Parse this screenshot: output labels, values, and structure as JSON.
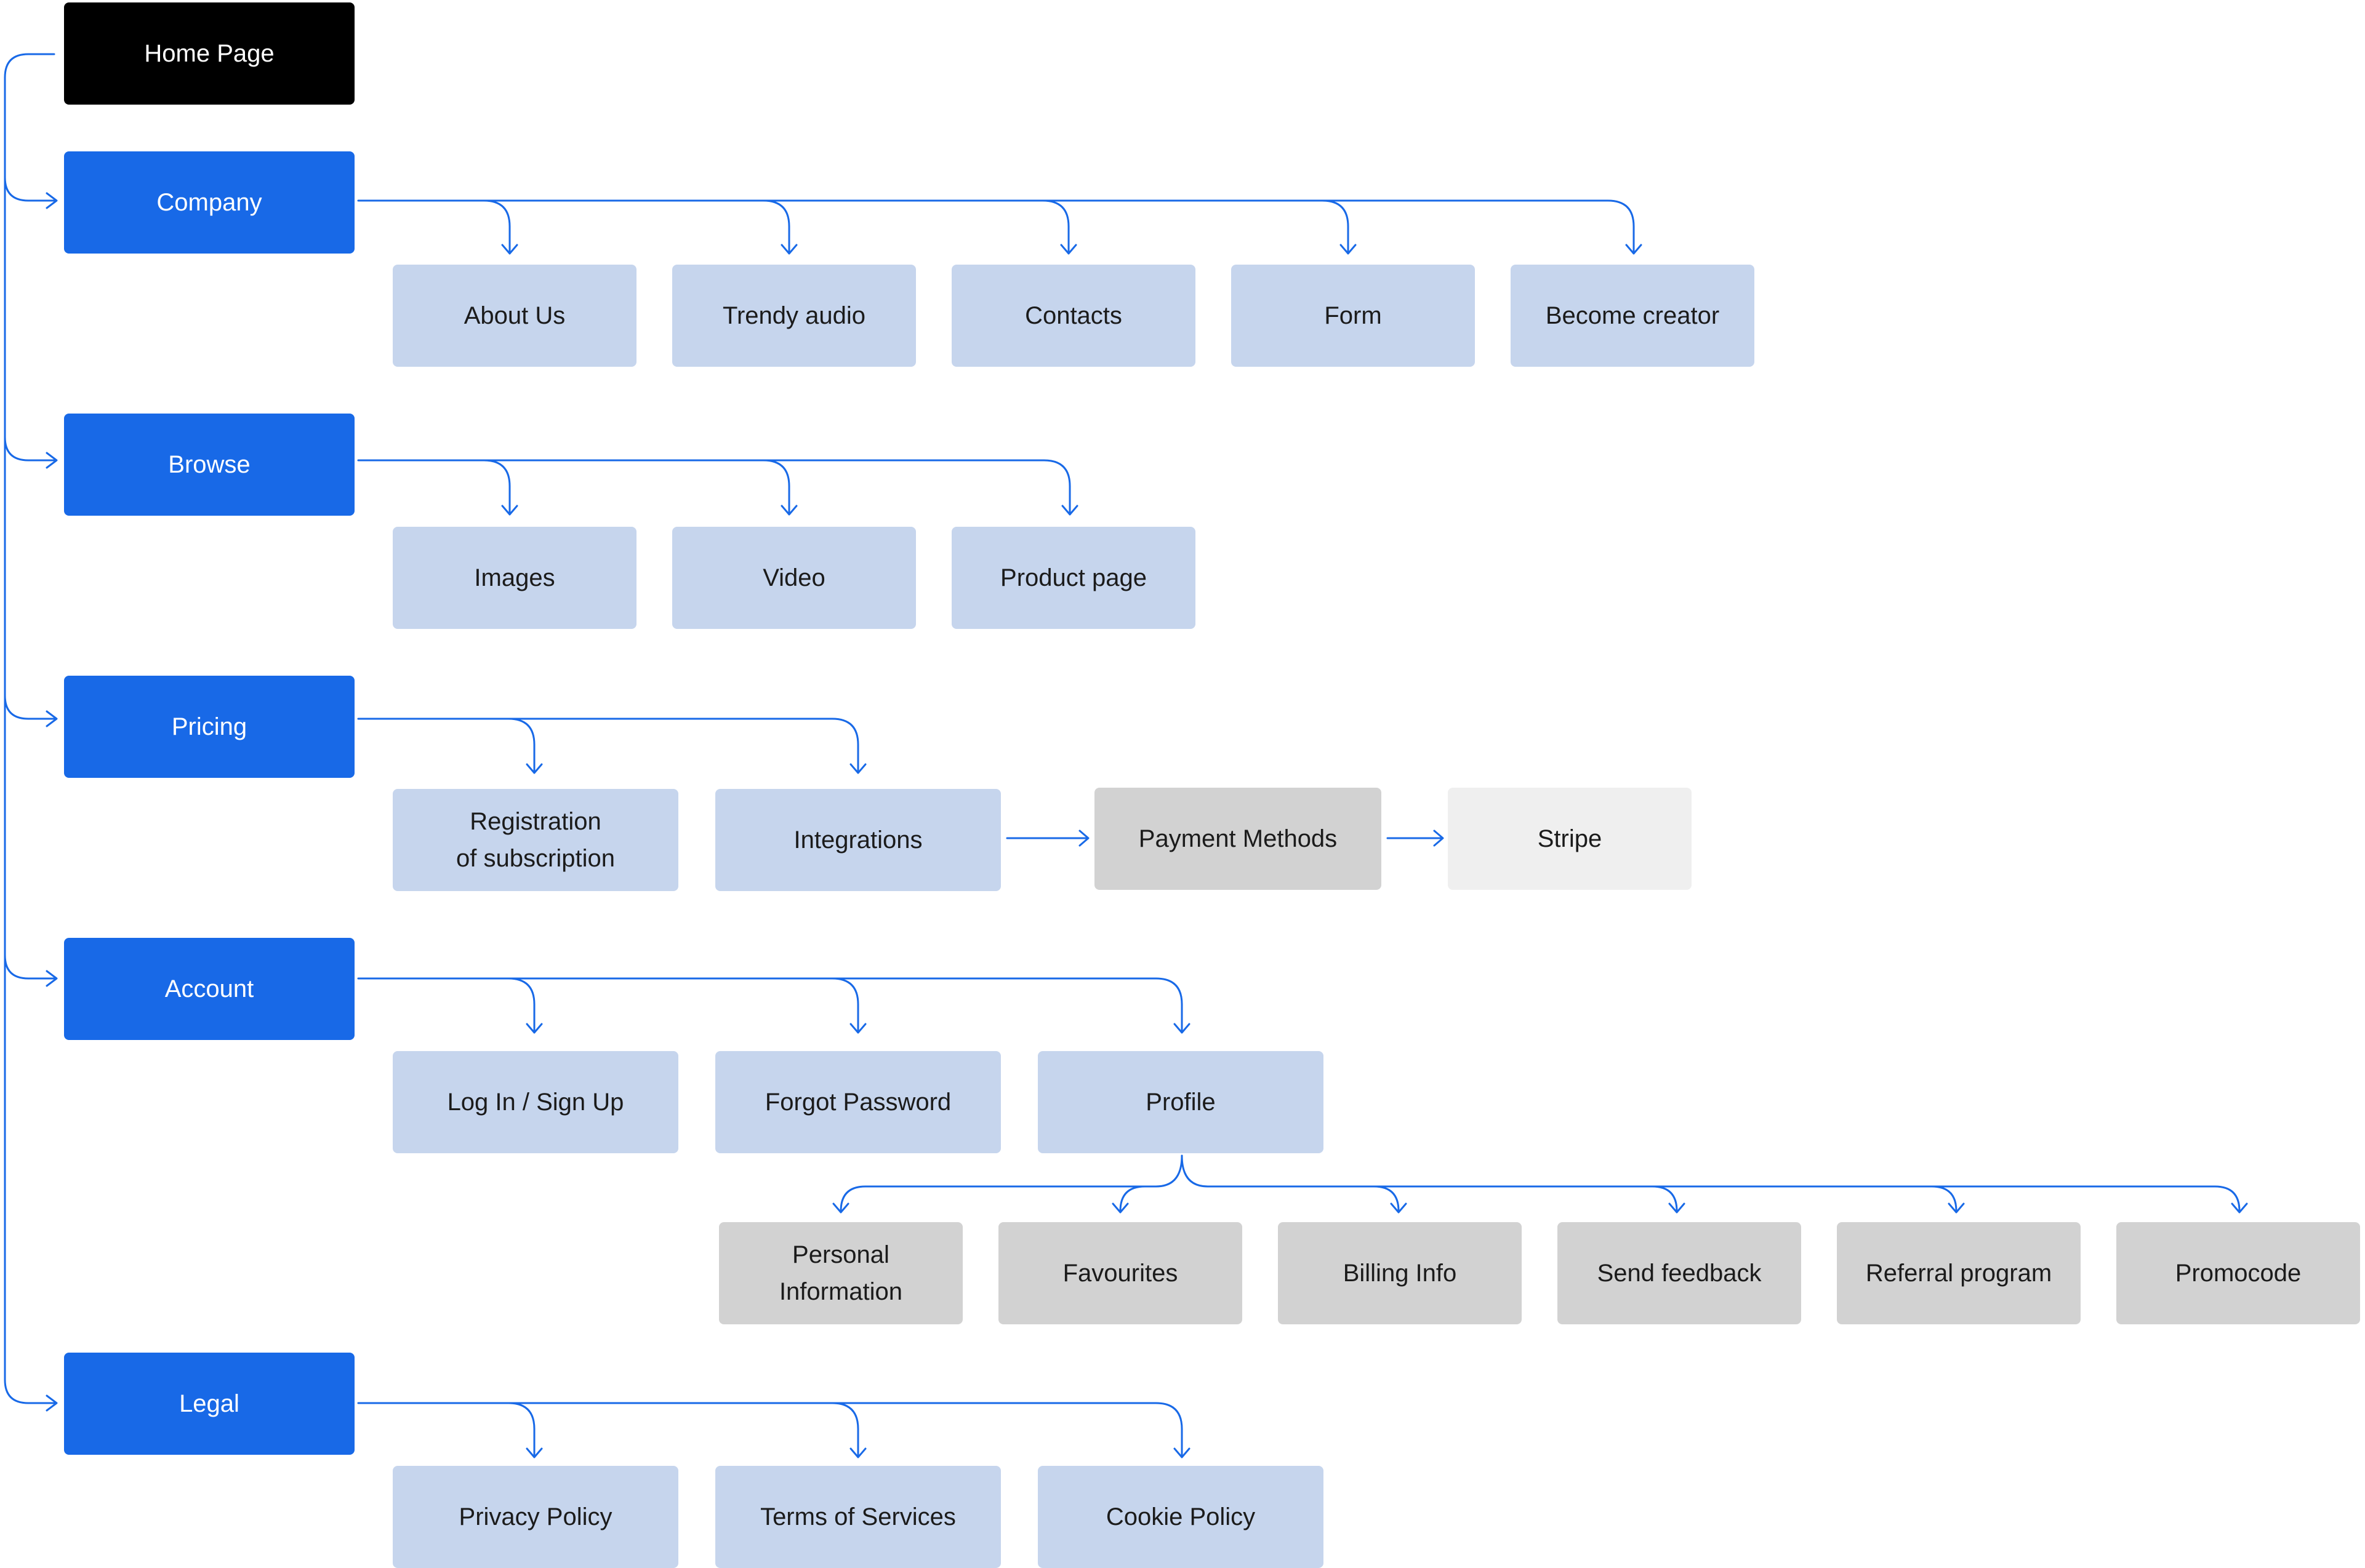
{
  "diagram": {
    "home": "Home Page",
    "sections": [
      {
        "label": "Company",
        "children": [
          "About Us",
          "Trendy audio",
          "Contacts",
          "Form",
          "Become creator"
        ]
      },
      {
        "label": "Browse",
        "children": [
          "Images",
          "Video",
          "Product page"
        ]
      },
      {
        "label": "Pricing",
        "children": [
          "Registration\nof subscription",
          "Integrations",
          "Payment Methods",
          "Stripe"
        ]
      },
      {
        "label": "Account",
        "children": [
          "Log In / Sign Up",
          "Forgot Password",
          "Profile"
        ],
        "profile_children": [
          "Personal\nInformation",
          "Favourites",
          "Billing Info",
          "Send feedback",
          "Referral program",
          "Promocode"
        ]
      },
      {
        "label": "Legal",
        "children": [
          "Privacy Policy",
          "Terms of Services",
          "Cookie Policy"
        ]
      }
    ]
  },
  "colors": {
    "home": "#000000",
    "section": "#1869e7",
    "page": "#c6d5ed",
    "subpage": "#d2d2d2",
    "external": "#efefef",
    "connector": "#1869e7"
  }
}
